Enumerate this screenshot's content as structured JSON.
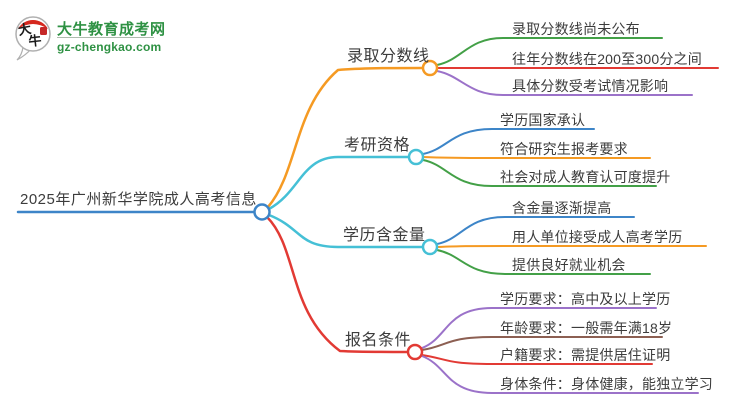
{
  "logo": {
    "badge_top_char": "大",
    "badge_bottom_char": "牛",
    "site_name": "大牛教育成考网",
    "site_domain": "gz-chengkao.com",
    "brand_green": "#2e9143",
    "badge_red": "#d5281e"
  },
  "root": {
    "label": "2025年广州新华学院成人高考信息",
    "color": "#3d85c8"
  },
  "text_color": "#3c3c3c",
  "branches": [
    {
      "label": "录取分数线",
      "color": "#f59a23",
      "children": [
        {
          "label": "录取分数线尚未公布",
          "color": "#43a047"
        },
        {
          "label": "往年分数线在200至300分之间",
          "color": "#e23a34"
        },
        {
          "label": "具体分数受考试情况影响",
          "color": "#9b72c9"
        }
      ]
    },
    {
      "label": "考研资格",
      "color": "#45c0d6",
      "children": [
        {
          "label": "学历国家承认",
          "color": "#3d85c8"
        },
        {
          "label": "符合研究生报考要求",
          "color": "#f59a23"
        },
        {
          "label": "社会对成人教育认可度提升",
          "color": "#43a047"
        }
      ]
    },
    {
      "label": "学历含金量",
      "color": "#45c0d6",
      "children": [
        {
          "label": "含金量逐渐提高",
          "color": "#3d85c8"
        },
        {
          "label": "用人单位接受成人高考学历",
          "color": "#f59a23"
        },
        {
          "label": "提供良好就业机会",
          "color": "#43a047"
        }
      ]
    },
    {
      "label": "报名条件",
      "color": "#e23a34",
      "children": [
        {
          "label": "学历要求：高中及以上学历",
          "color": "#9b72c9"
        },
        {
          "label": "年龄要求：一般需年满18岁",
          "color": "#8c5f52"
        },
        {
          "label": "户籍要求：需提供居住证明",
          "color": "#e23a34"
        },
        {
          "label": "身体条件：身体健康，能独立学习",
          "color": "#9b72c9"
        }
      ]
    }
  ]
}
